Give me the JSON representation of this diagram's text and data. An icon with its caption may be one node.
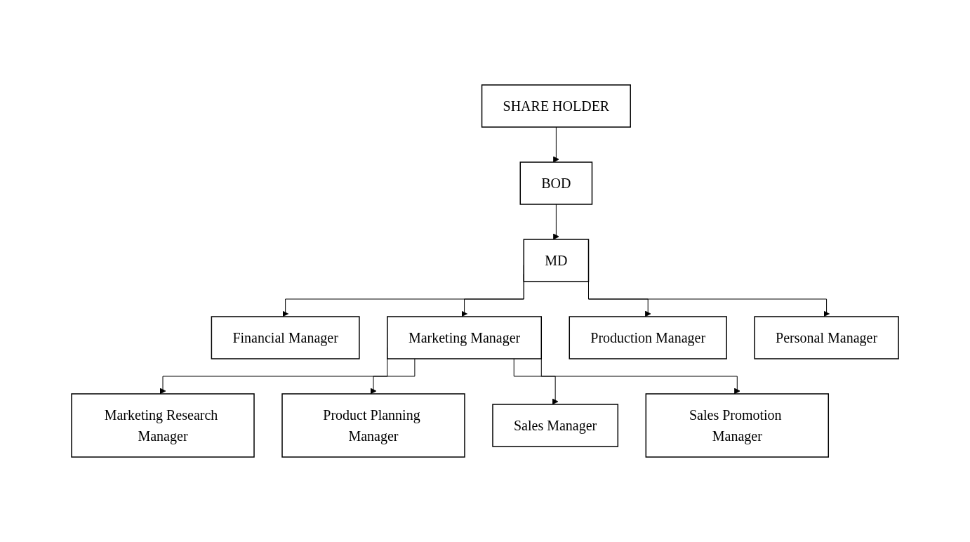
{
  "diagram": {
    "nodes": [
      {
        "text": [
          "SHARE HOLDER"
        ]
      },
      {
        "text": [
          "BOD"
        ]
      },
      {
        "text": [
          "MD"
        ]
      },
      {
        "text": [
          "Financial Manager"
        ]
      },
      {
        "text": [
          "Marketing Manager"
        ]
      },
      {
        "text": [
          "Production Manager"
        ]
      },
      {
        "text": [
          "Personal Manager"
        ]
      },
      {
        "text": [
          "Marketing Research Manager"
        ]
      },
      {
        "text": [
          "Product Planning Manager"
        ]
      },
      {
        "text": [
          "Sales Manager"
        ]
      },
      {
        "text": [
          "Sales Promotion Manager"
        ]
      }
    ],
    "edges": [
      {
        "from": 0,
        "to": 1,
        "arrow": "to"
      },
      {
        "from": 1,
        "to": 2,
        "arrow": "to"
      },
      {
        "from": 2,
        "to": 3,
        "arrow": "to"
      },
      {
        "from": 2,
        "to": 4,
        "arrow": "to"
      },
      {
        "from": 2,
        "to": 5,
        "arrow": "to"
      },
      {
        "from": 2,
        "to": 6,
        "arrow": "to"
      },
      {
        "from": 4,
        "to": 7,
        "arrow": "to"
      },
      {
        "from": 4,
        "to": 8,
        "arrow": "to"
      },
      {
        "from": 4,
        "to": 9,
        "arrow": "to"
      },
      {
        "from": 4,
        "to": 10,
        "arrow": "to"
      }
    ]
  }
}
